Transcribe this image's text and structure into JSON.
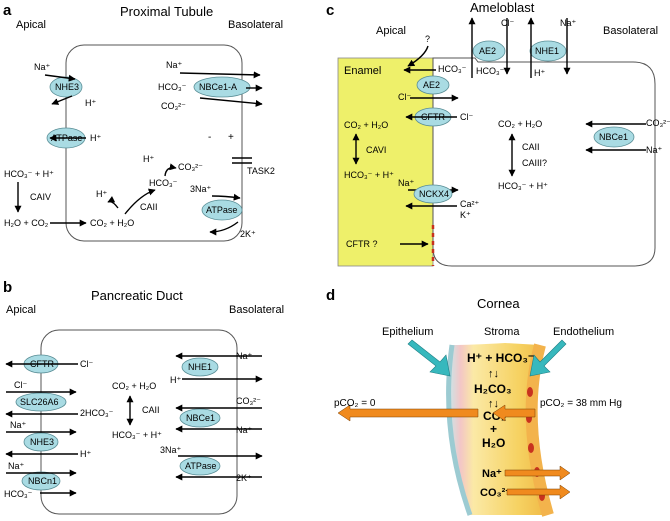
{
  "panel_a": {
    "letter": "a",
    "title": "Proximal Tubule",
    "apical": "Apical",
    "basolateral": "Basolateral",
    "na": "Na⁺",
    "nhe3": "NHE3",
    "h": "H⁺",
    "atpase_apical": "ATPase",
    "h_atpase": "H⁺",
    "hco3_h": "HCO₃⁻ + H⁺",
    "caiv": "CAIV",
    "h2o_co2": "H₂O + CO₂",
    "co2_h2o": "CO₂ + H₂O",
    "caii": "CAII",
    "h_cell": "H⁺",
    "hco3_cell": "HCO₃⁻",
    "co3_cell": "CO₃²⁻",
    "na_b": "Na⁺",
    "nbce1a": "NBCe1-A",
    "hco3_b": "HCO₃⁻",
    "co3_b": "CO₃²⁻",
    "minus": "-",
    "plus": "+",
    "task2": "TASK2",
    "na3": "3Na⁺",
    "atpase_b": "ATPase",
    "k2": "2K⁺"
  },
  "panel_b": {
    "letter": "b",
    "title": "Pancreatic Duct",
    "apical": "Apical",
    "basolateral": "Basolateral",
    "cftr": "CFTR",
    "cl_cftr": "Cl⁻",
    "cl_slc": "Cl⁻",
    "slc": "SLC26A6",
    "hco3_2": "2HCO₃⁻",
    "na_nhe3": "Na⁺",
    "nhe3": "NHE3",
    "h_nhe3": "H⁺",
    "na_nbcn1": "Na⁺",
    "nbcn1": "NBCn1",
    "hco3_nbcn1": "HCO₃⁻",
    "co2_h2o": "CO₂ + H₂O",
    "caii": "CAII",
    "hco3_h": "HCO₃⁻ + H⁺",
    "na_nhe1": "Na⁺",
    "nhe1": "NHE1",
    "h_nhe1": "H⁺",
    "co3": "CO₃²⁻",
    "nbce1": "NBCe1",
    "na_nbce1": "Na⁺",
    "na3": "3Na⁺",
    "atpase": "ATPase",
    "k2": "2K⁺"
  },
  "panel_c": {
    "letter": "c",
    "title": "Ameloblast",
    "apical": "Apical",
    "basolateral": "Basolateral",
    "enamel": "Enamel",
    "question": "?",
    "ae2_top": "AE2",
    "nhe1_top": "NHE1",
    "cl_top": "Cl⁻",
    "hco3_top": "HCO₃⁻",
    "na_top": "Na⁺",
    "h_top": "H⁺",
    "hco3_ae2": "HCO₃⁻",
    "ae2": "AE2",
    "cl_ae2": "Cl⁻",
    "cftr": "CFTR",
    "cl_cftr": "Cl⁻",
    "co2_h2o_e": "CO₂ + H₂O",
    "cavi": "CAVI",
    "hco3_h_e": "HCO₃⁻ + H⁺",
    "na_nckx": "Na⁺",
    "nckx4": "NCKX4",
    "ca": "Ca²⁺",
    "k": "K⁺",
    "cftr_q": "CFTR ?",
    "co2_h2o_c": "CO₂ + H₂O",
    "caii": "CAII",
    "caiii": "CAIII?",
    "hco3_h_c": "HCO₃⁻ + H⁺",
    "nbce1": "NBCe1",
    "co3": "CO₃²⁻",
    "na": "Na⁺"
  },
  "panel_d": {
    "letter": "d",
    "title": "Cornea",
    "epithelium": "Epithelium",
    "stroma": "Stroma",
    "endothelium": "Endothelium",
    "h_hco3": "H⁺ + HCO₃⁻",
    "h2co3": "H₂CO₃",
    "co2": "CO₂",
    "plus": "+",
    "h2o": "H₂O",
    "pco2_left": "pCO₂ = 0",
    "pco2_right": "pCO₂ = 38 mm Hg",
    "na": "Na⁺",
    "co3": "CO₃²⁻"
  },
  "colors": {
    "channel": "#a9dbe3",
    "enamel": "#eef06a",
    "cornea_stroma": "#f5d470",
    "orange_arrow": "#f08a1e",
    "teal_arrow": "#37b8bd",
    "red_dot": "#c8321e"
  }
}
